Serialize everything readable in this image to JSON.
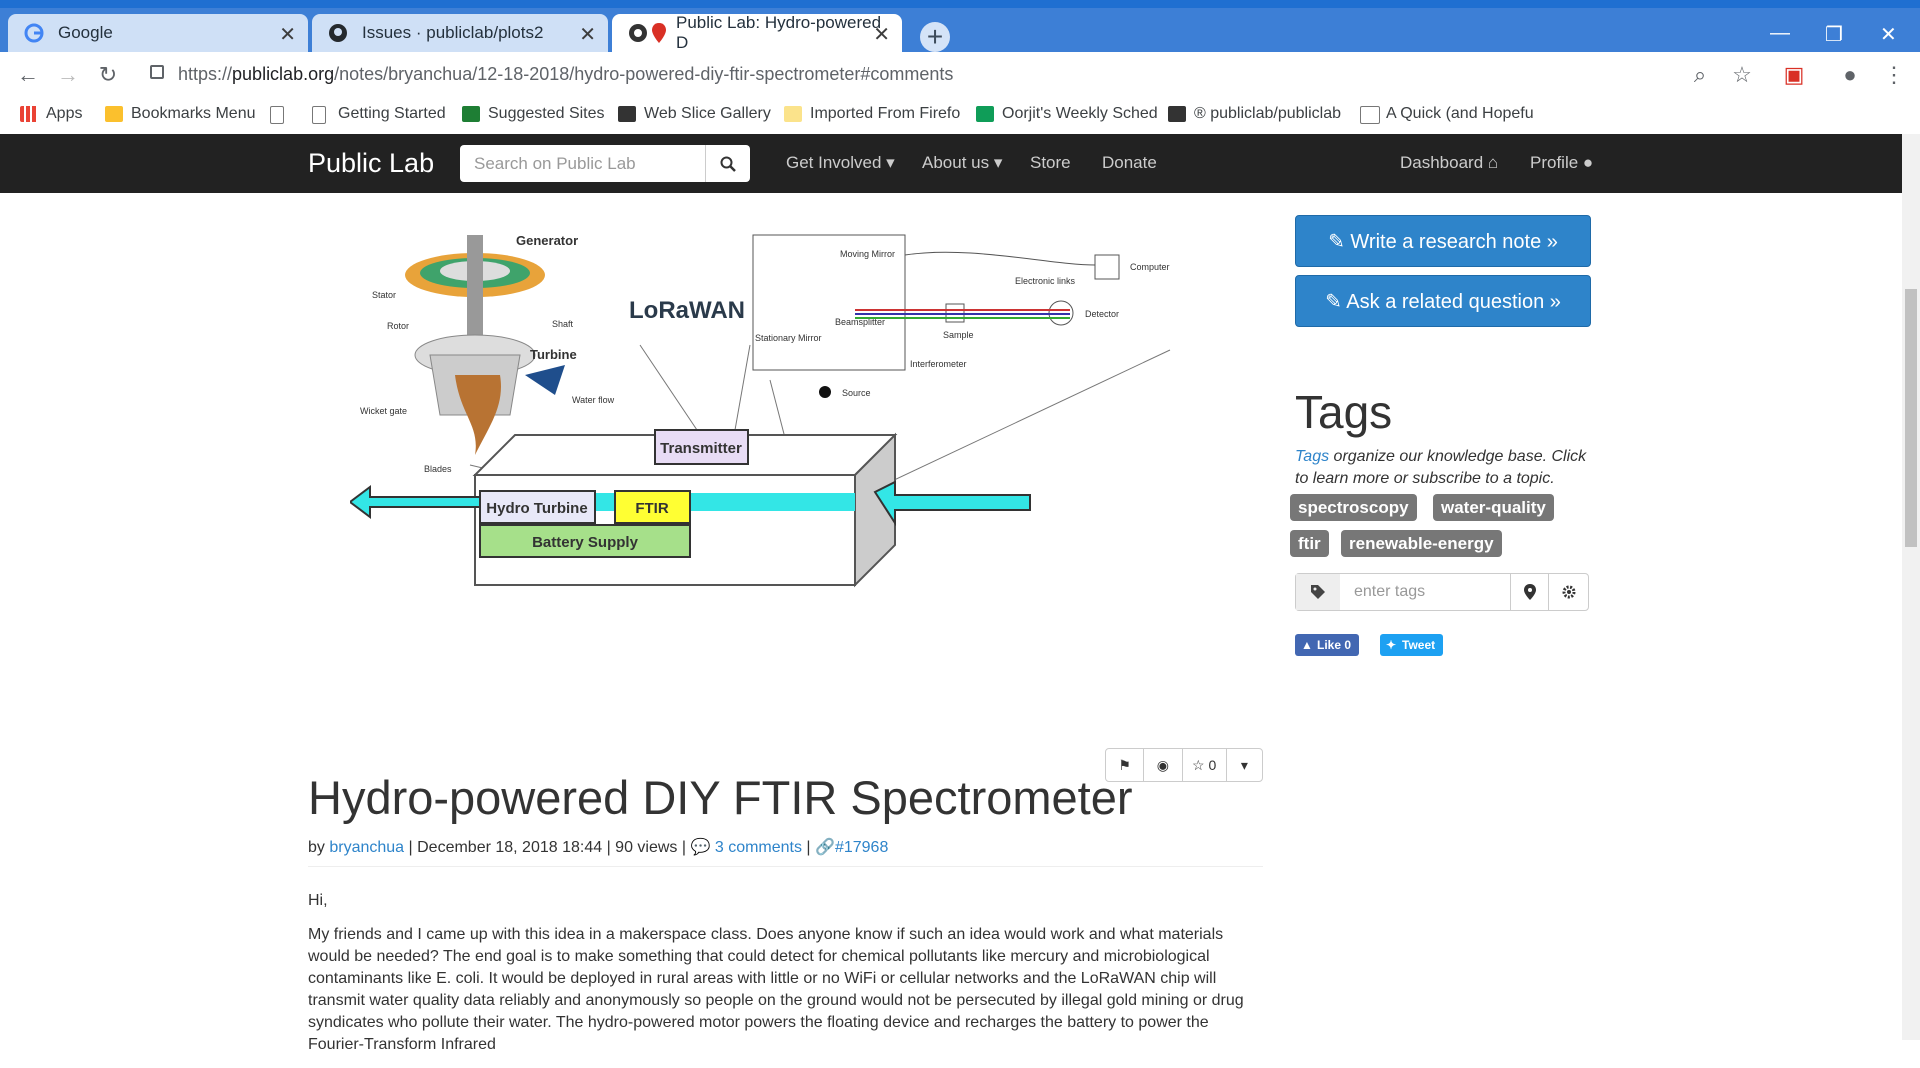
{
  "browser": {
    "tabs": [
      {
        "label": "Google",
        "icon": "google-icon"
      },
      {
        "label": "Issues · publiclab/plots2",
        "icon": "github-icon"
      },
      {
        "label": "Public Lab: Hydro-powered D",
        "icon": "publiclab-icon"
      }
    ],
    "url_prefix": "https://",
    "url_domain": "publiclab.org",
    "url_path": "/notes/bryanchua/12-18-2018/hydro-powered-diy-ftir-spectrometer#comments",
    "bookmarks": [
      "Apps",
      "Bookmarks Menu",
      "",
      "Getting Started",
      "Suggested Sites",
      "Web Slice Gallery",
      "Imported From Firefo",
      "Oorjit's Weekly Sched",
      "® publiclab/publiclab",
      "A Quick (and Hopefu"
    ]
  },
  "site": {
    "brand": "Public Lab",
    "search_placeholder": "Search on Public Lab",
    "nav": {
      "get_involved": "Get Involved ▾",
      "about": "About us ▾",
      "store": "Store",
      "donate": "Donate",
      "dashboard": "Dashboard",
      "profile": "Profile"
    }
  },
  "diagram": {
    "generator": "Generator",
    "stator": "Stator",
    "rotor": "Rotor",
    "shaft": "Shaft",
    "turbine": "Turbine",
    "wicket_gate": "Wicket gate",
    "water_flow": "Water flow",
    "blades": "Blades",
    "lorawan": "LoRaWAN",
    "moving_mirror": "Moving Mirror",
    "electronic_links": "Electronic links",
    "computer": "Computer",
    "beamsplitter": "Beamsplitter",
    "sample": "Sample",
    "detector": "Detector",
    "stationary_mirror": "Stationary Mirror",
    "interferometer": "Interferometer",
    "source": "Source",
    "transmitter": "Transmitter",
    "hydro_turbine": "Hydro Turbine",
    "ftir": "FTIR",
    "battery": "Battery Supply"
  },
  "sidebar": {
    "write_note": "✎ Write a research note »",
    "ask_question": "✎ Ask a related question »",
    "tags_title": "Tags",
    "tags_desc_link": "Tags",
    "tags_desc_rest": " organize our knowledge base. Click to learn more or subscribe to a topic.",
    "tags": [
      "spectroscopy",
      "water-quality",
      "ftir",
      "renewable-energy"
    ],
    "tag_input_placeholder": "enter tags",
    "like": "Like 0",
    "tweet": "Tweet"
  },
  "article": {
    "title": "Hydro-powered DIY FTIR Spectrometer",
    "by": "by ",
    "author": "bryanchua",
    "meta": " | December 18, 2018 18:44 | 90 views | ",
    "comments": "3 comments",
    "sep": " | ",
    "node": "#17968",
    "star_count": "0",
    "greeting": "Hi,",
    "paragraph": "My friends and I came up with this idea in a makerspace class. Does anyone know if such an idea would work and what materials would be needed? The end goal is to make something that could detect for chemical pollutants like mercury and microbiological contaminants like E. coli. It would be deployed in rural areas with little or no WiFi or cellular networks and the LoRaWAN chip will transmit water quality data reliably and anonymously so people on the ground would not be persecuted by illegal gold mining or drug syndicates who pollute their water. The hydro-powered motor powers the floating device and recharges the battery to power the Fourier-Transform Infrared"
  },
  "colors": {
    "nav_bg": "#222222",
    "action_blue": "#2e84ca",
    "tag_gray": "#777777",
    "arrow_cyan": "#33e6e6",
    "ftir_yellow": "#ffff33",
    "battery_green": "#a6e08a"
  }
}
